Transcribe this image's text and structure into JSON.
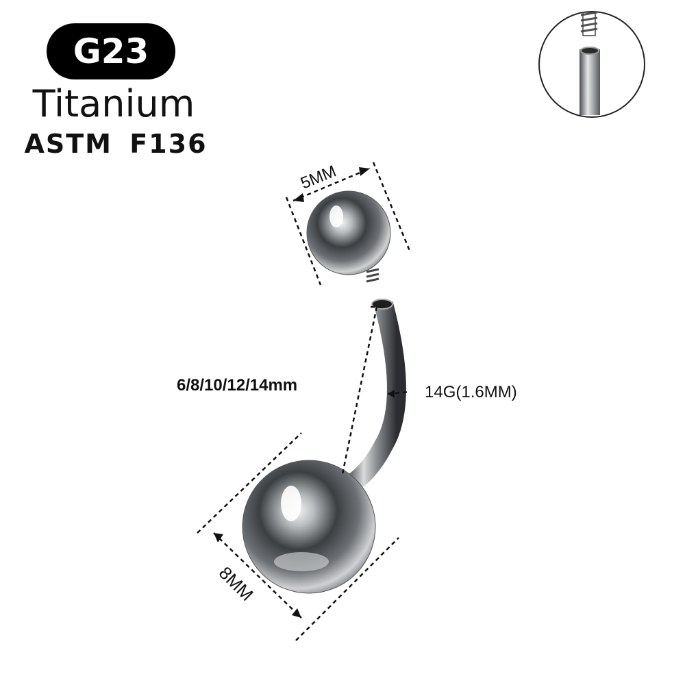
{
  "badge": {
    "label": "G23"
  },
  "material": {
    "title": "Titanium",
    "standard": "ASTM  F136"
  },
  "dimensions": {
    "top_ball": "5MM",
    "bar_length": "6/8/10/12/14mm",
    "gauge": "14G(1.6MM)",
    "bottom_ball": "8MM"
  },
  "colors": {
    "badge_bg": "#000000",
    "metal": "#8a8d90",
    "line": "#111111"
  },
  "icons": {
    "inset": "threaded-end-detail-icon"
  }
}
